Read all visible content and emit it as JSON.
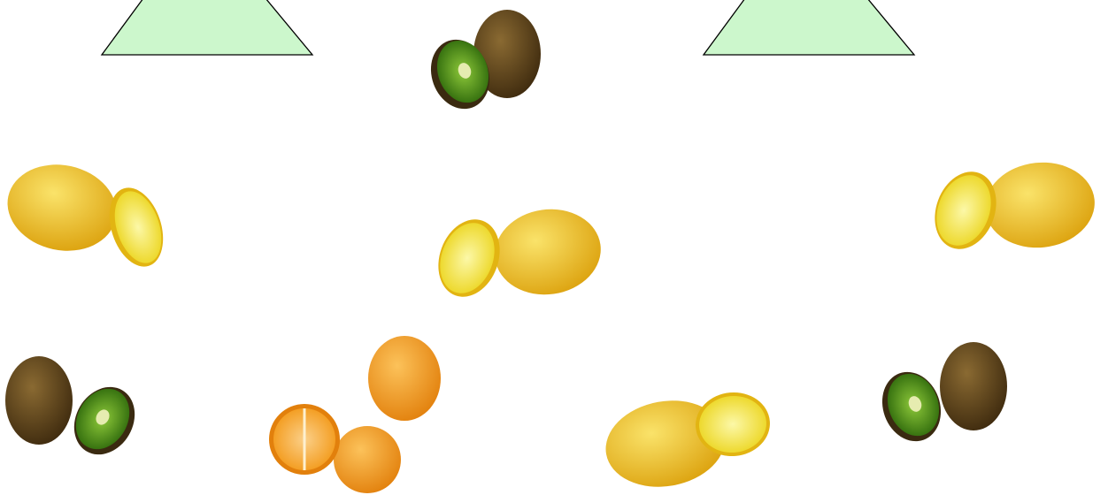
{
  "shapes": {
    "fill_color": "#ccf7cc",
    "stroke_color": "#000000"
  },
  "fruits": {
    "kiwi": {
      "skin": "#6b4a1e",
      "flesh": "#4f8a12",
      "core": "#d9e39a"
    },
    "lemon": {
      "peel": "#f2c318",
      "slice": "#f7ee4a"
    },
    "orange": {
      "peel": "#f39a1a",
      "flesh": "#f7b04a"
    }
  },
  "items": [
    {
      "id": "trapezoid-left",
      "kind": "trapezoid"
    },
    {
      "id": "kiwi-top",
      "kind": "kiwi"
    },
    {
      "id": "trapezoid-right",
      "kind": "trapezoid"
    },
    {
      "id": "lemon-left",
      "kind": "lemon"
    },
    {
      "id": "lemon-center",
      "kind": "lemon"
    },
    {
      "id": "lemon-right",
      "kind": "lemon"
    },
    {
      "id": "kiwi-bottom-left",
      "kind": "kiwi"
    },
    {
      "id": "oranges-bottom",
      "kind": "orange"
    },
    {
      "id": "lemon-bottom",
      "kind": "lemon"
    },
    {
      "id": "kiwi-bottom-right",
      "kind": "kiwi"
    }
  ]
}
